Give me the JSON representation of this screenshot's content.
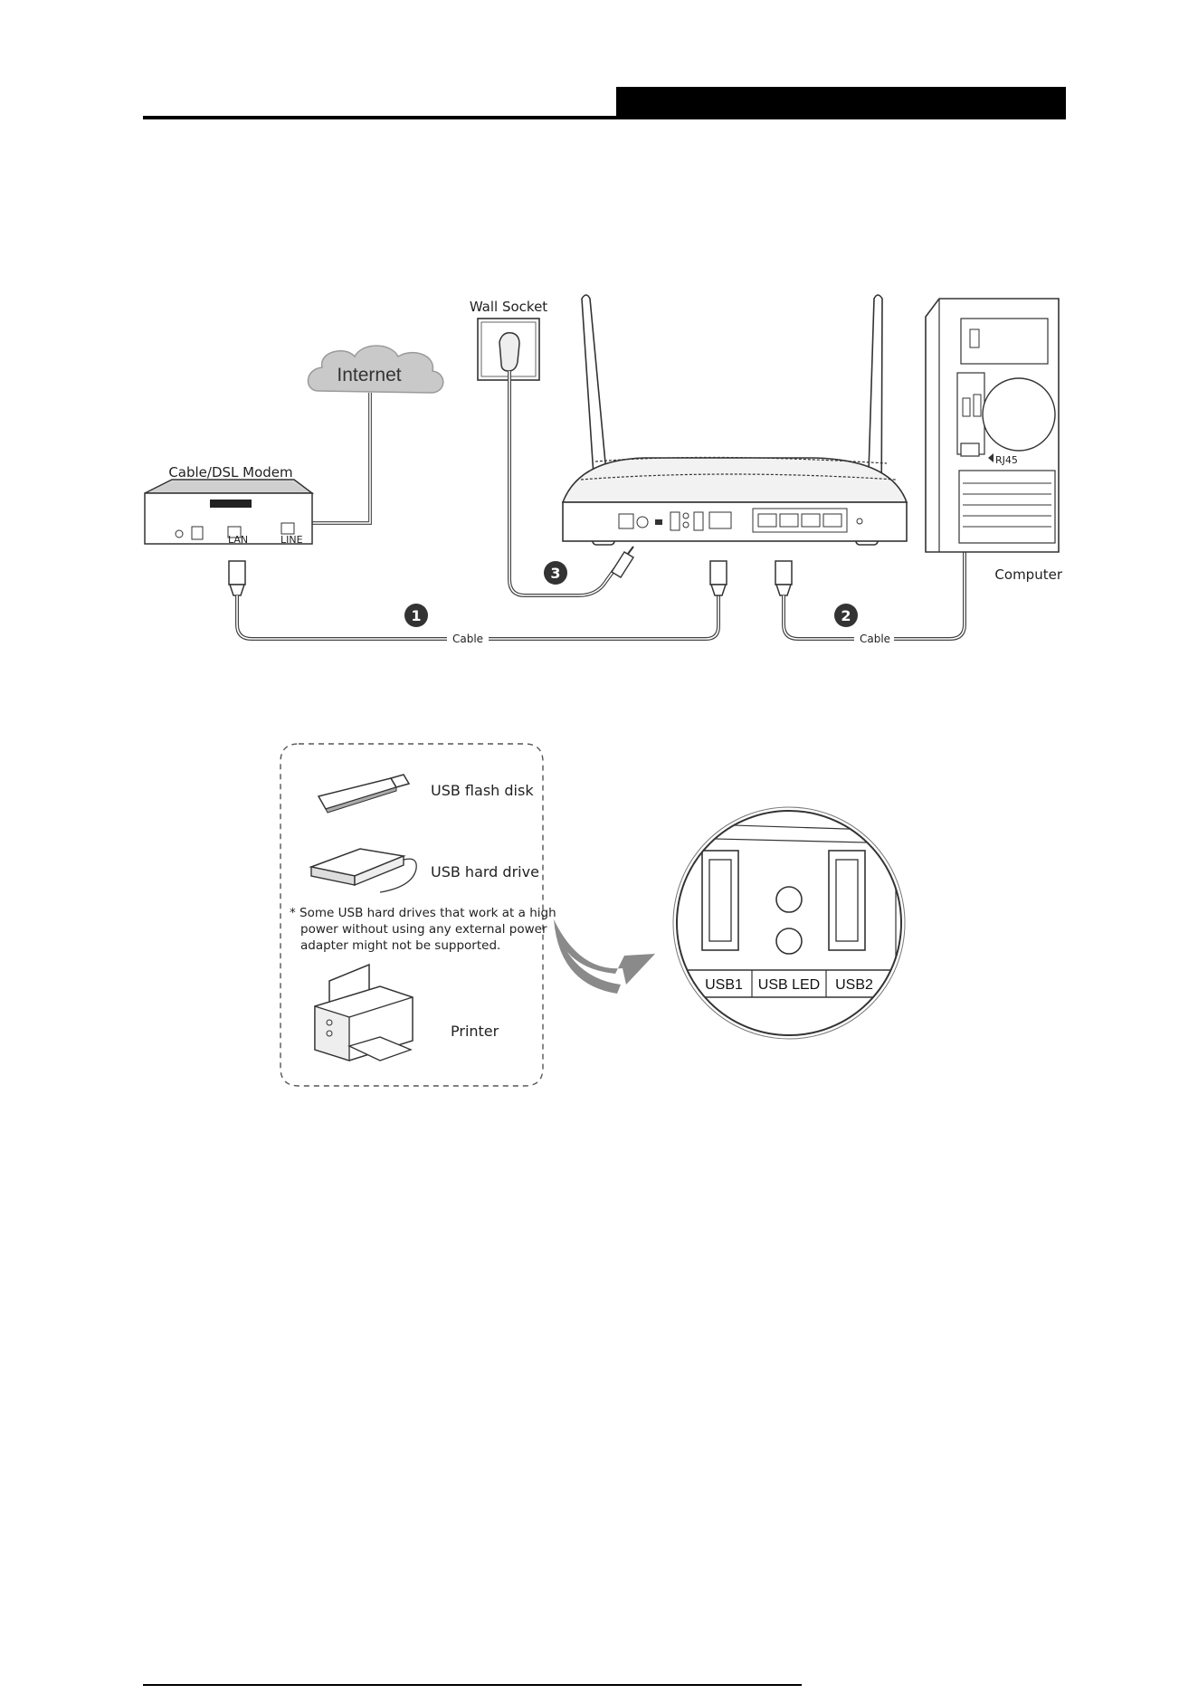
{
  "labels": {
    "internet": "Internet",
    "wall_socket": "Wall Socket",
    "modem": "Cable/DSL Modem",
    "computer": "Computer",
    "rj45": "RJ45",
    "cable_1": "Cable",
    "cable_2": "Cable",
    "modem_lan": "LAN",
    "modem_line": "LINE"
  },
  "steps": [
    "1",
    "2",
    "3"
  ],
  "usb_devices": {
    "flash_disk": "USB flash disk",
    "hard_drive": "USB hard drive",
    "note_line1": "* Some USB hard drives that work at a high",
    "note_line2": "power without using any external power",
    "note_line3": "adapter might not be supported.",
    "printer": "Printer"
  },
  "usb_ports": {
    "usb1": "USB1",
    "usb_led": "USB LED",
    "usb2": "USB2"
  },
  "colors": {
    "badge": "#333333",
    "cloud": "#c9c9c9",
    "arrow": "#8a8a8a"
  }
}
